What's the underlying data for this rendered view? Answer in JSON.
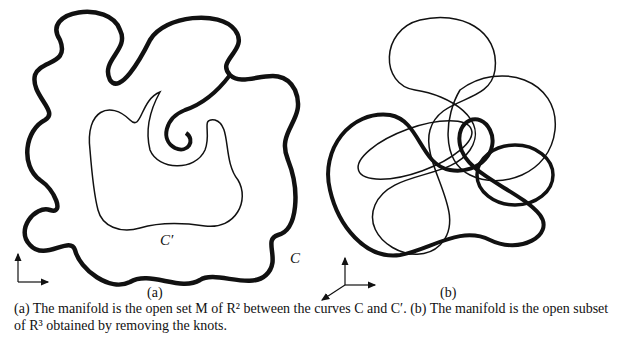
{
  "diagram": {
    "caption": "(a) The manifold is the open set M of R² between the curves C and C′. (b) The manifold is the open subset of R³ obtained by removing the knots.",
    "labels": [
      "C′",
      "C",
      "(a)",
      "(b)"
    ]
  }
}
